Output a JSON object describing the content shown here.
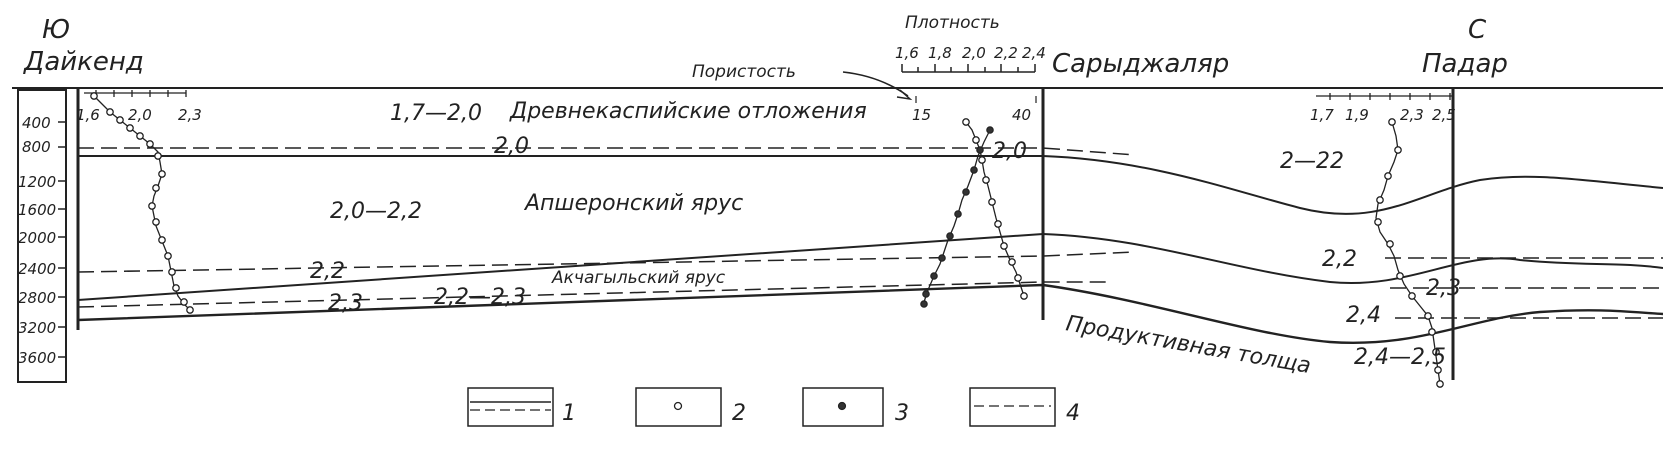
{
  "header": {
    "left_direction": "Ю",
    "left_place": "Дайкенд",
    "right_direction": "С",
    "right_place": "Падар",
    "middle_place": "Сарыджаляр"
  },
  "density_axis": {
    "title": "Плотность",
    "ticks": [
      "1,6",
      "1,8",
      "2,0",
      "2,2",
      "2,4"
    ]
  },
  "porosity": {
    "label": "Пористость",
    "ticks": [
      "15",
      "40"
    ]
  },
  "left_well_axis": {
    "ticks": [
      "1,6",
      "2,0",
      "2,3"
    ]
  },
  "right_well_axis": {
    "ticks": [
      "1,7",
      "1,9",
      "2,3",
      "2,5"
    ]
  },
  "depth_scale": {
    "values": [
      "400",
      "800",
      "1200",
      "1600",
      "2000",
      "2400",
      "2800",
      "3200",
      "3600"
    ]
  },
  "layers": {
    "drevnekaspian": "Древнекаспийские отложения",
    "absheron": "Апшеронский ярус",
    "akchagyl": "Акчагыльский ярус",
    "productive": "Продуктивная толща"
  },
  "density_labels": {
    "d1": "1,7—2,0",
    "d2": "2,0",
    "d3": "2,0—2,2",
    "d4": "2,2",
    "d5": "2,3",
    "d6": "2,2—2,3",
    "d7": "2,0",
    "d8": "2—22",
    "d9": "2,2",
    "d10": "2,3",
    "d11": "2,4",
    "d12": "2,4—2,5"
  },
  "legend": {
    "items": [
      {
        "number": "1",
        "type": "solid-dashed"
      },
      {
        "number": "2",
        "type": "open-circle"
      },
      {
        "number": "3",
        "type": "filled-circle"
      },
      {
        "number": "4",
        "type": "dashed"
      }
    ]
  }
}
